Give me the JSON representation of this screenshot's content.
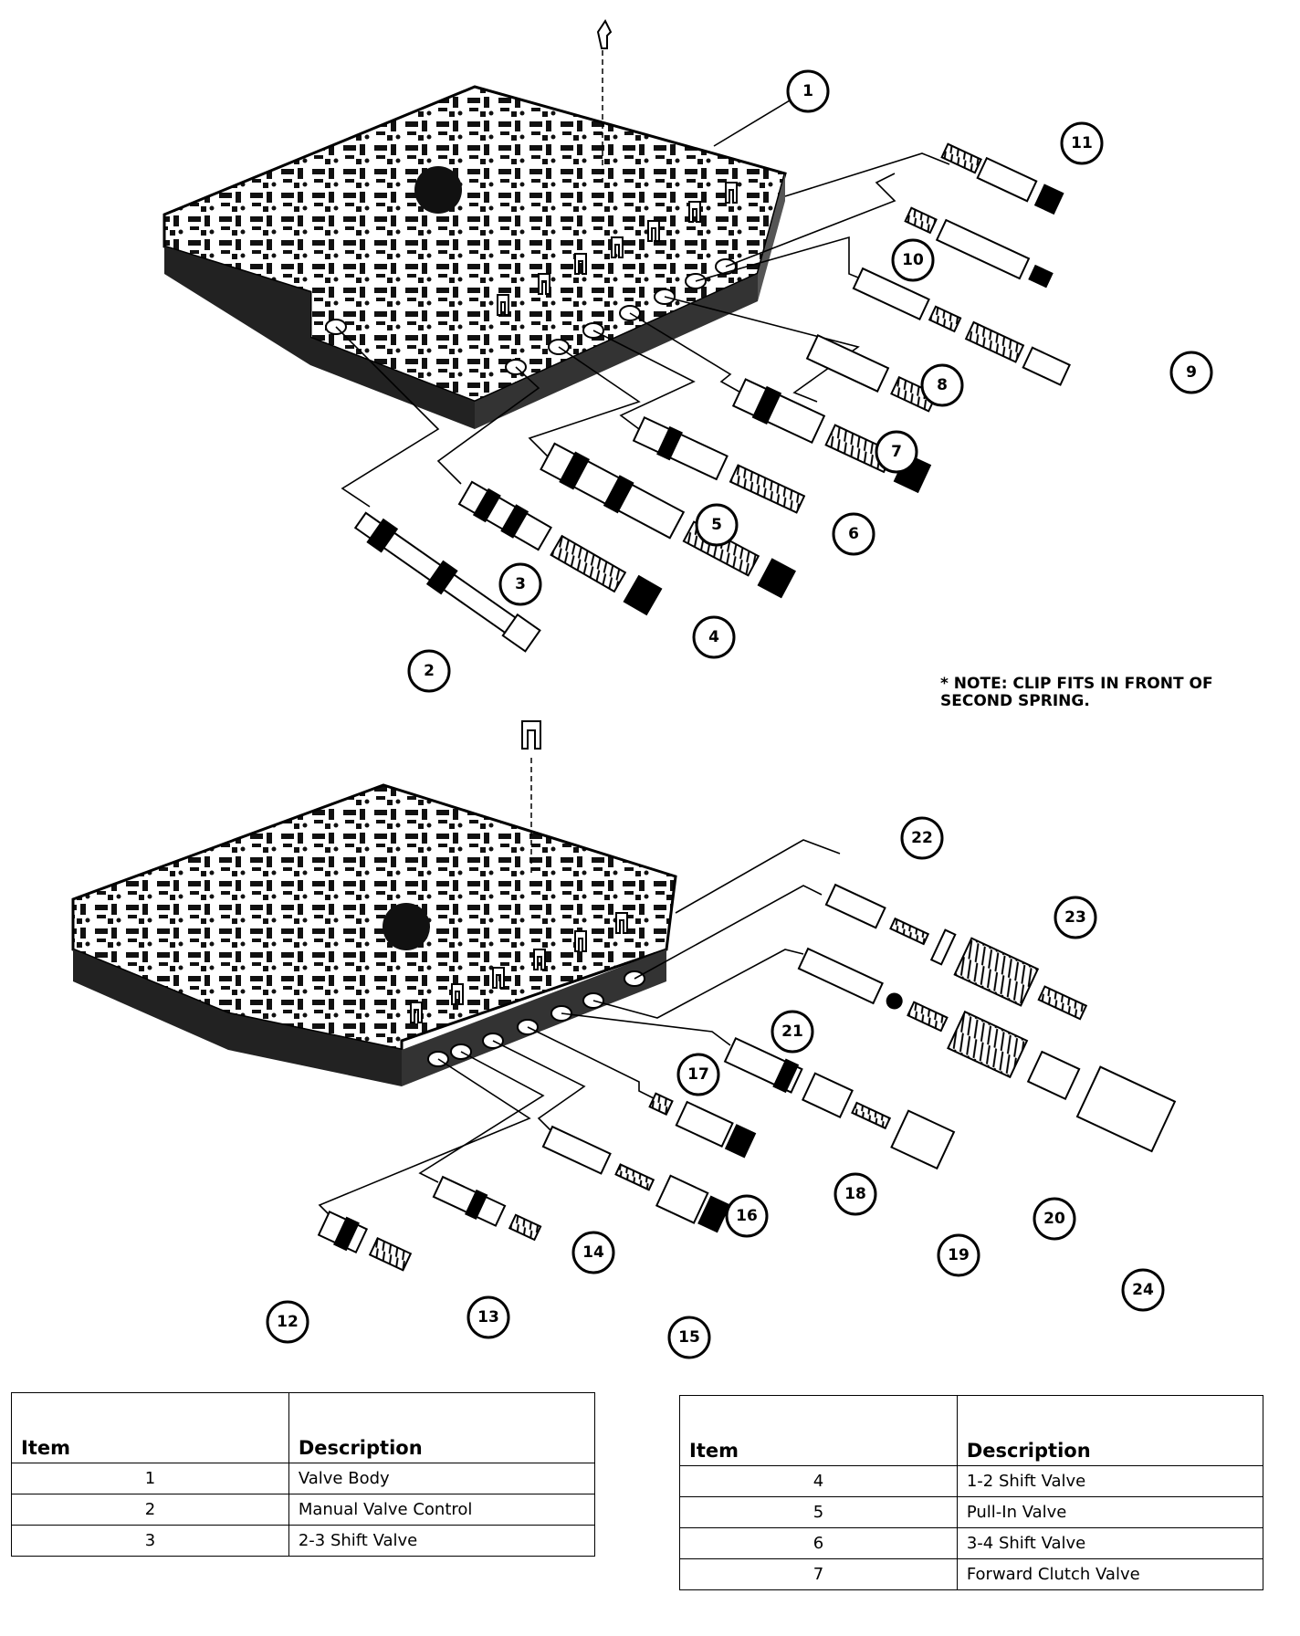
{
  "note": "* NOTE: CLIP FITS IN FRONT OF SECOND SPRING.",
  "callouts": [
    "1",
    "2",
    "3",
    "4",
    "5",
    "6",
    "7",
    "8",
    "9",
    "10",
    "11",
    "12",
    "13",
    "14",
    "15",
    "16",
    "17",
    "18",
    "19",
    "20",
    "21",
    "22",
    "23",
    "24"
  ],
  "table_left": {
    "header_item": "Item",
    "header_desc": "Description",
    "rows": [
      {
        "item": "1",
        "desc": "Valve Body"
      },
      {
        "item": "2",
        "desc": "Manual Valve Control"
      },
      {
        "item": "3",
        "desc": "2-3 Shift Valve"
      }
    ]
  },
  "table_right": {
    "header_item": "Item",
    "header_desc": "Description",
    "rows": [
      {
        "item": "4",
        "desc": "1-2 Shift Valve"
      },
      {
        "item": "5",
        "desc": "Pull-In Valve"
      },
      {
        "item": "6",
        "desc": "3-4 Shift Valve"
      },
      {
        "item": "7",
        "desc": "Forward Clutch Valve"
      }
    ]
  }
}
